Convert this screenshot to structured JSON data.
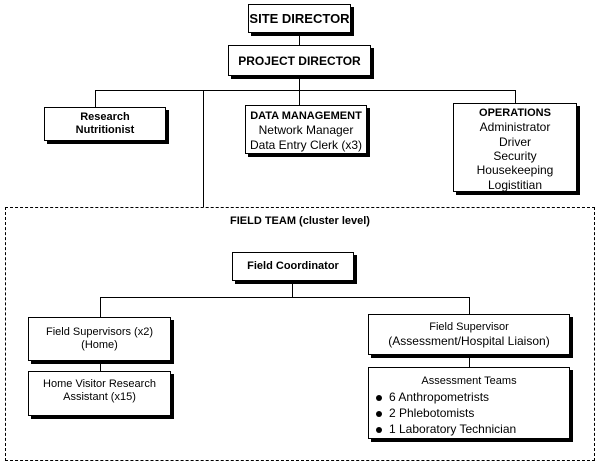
{
  "site_director": "SITE DIRECTOR",
  "project_director": "PROJECT DIRECTOR",
  "research_nutritionist": {
    "line1": "Research",
    "line2": "Nutritionist"
  },
  "data_management": {
    "title": "DATA MANAGEMENT",
    "items": [
      "Network Manager",
      "Data Entry Clerk (x3)"
    ]
  },
  "operations": {
    "title": "OPERATIONS",
    "items": [
      "Administrator",
      "Driver",
      "Security",
      "Housekeeping",
      "Logistitian"
    ]
  },
  "field_team": {
    "title": "FIELD TEAM (cluster level)",
    "field_coordinator": "Field Coordinator",
    "field_supervisors_home": {
      "line1": "Field Supervisors (x2)",
      "line2": "(Home)"
    },
    "home_visitor": {
      "line1": "Home Visitor Research",
      "line2": "Assistant (x15)"
    },
    "field_supervisor_assessment": {
      "line1": "Field Supervisor",
      "line2": "(Assessment/Hospital Liaison)"
    },
    "assessment_teams": {
      "title": "Assessment Teams",
      "items": [
        "6 Anthropometrists",
        "2 Phlebotomists",
        "1 Laboratory Technician"
      ]
    }
  }
}
